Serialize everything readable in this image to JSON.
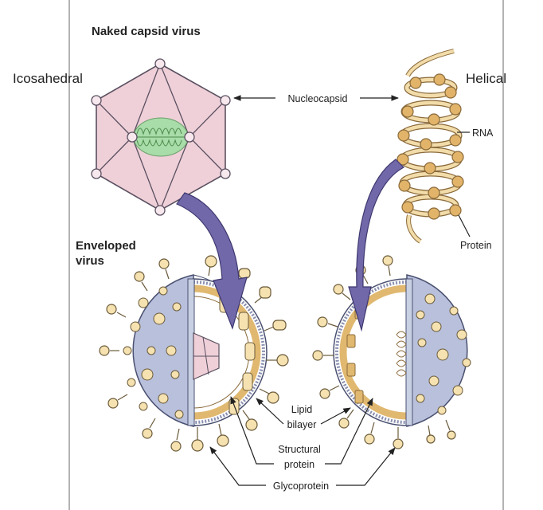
{
  "titles": {
    "naked": "Naked capsid virus",
    "enveloped_line1": "Enveloped",
    "enveloped_line2": "virus"
  },
  "side_labels": {
    "left": "Icosahedral",
    "right": "Helical"
  },
  "labels": {
    "nucleocapsid": "Nucleocapsid",
    "rna": "RNA",
    "protein": "Protein",
    "lipid_line1": "Lipid",
    "lipid_line2": "bilayer",
    "structural_line1": "Structural",
    "structural_line2": "protein",
    "glycoprotein": "Glycoprotein"
  },
  "colors": {
    "capsid_fill": "#efd0d8",
    "capsid_line": "#5a5060",
    "genome_green": "#a8dca8",
    "envelope_blue": "#b8c0dc",
    "spike_cream": "#f6e2b0",
    "structural_tan": "#e0b870",
    "arrow_purple": "#7068a8"
  }
}
